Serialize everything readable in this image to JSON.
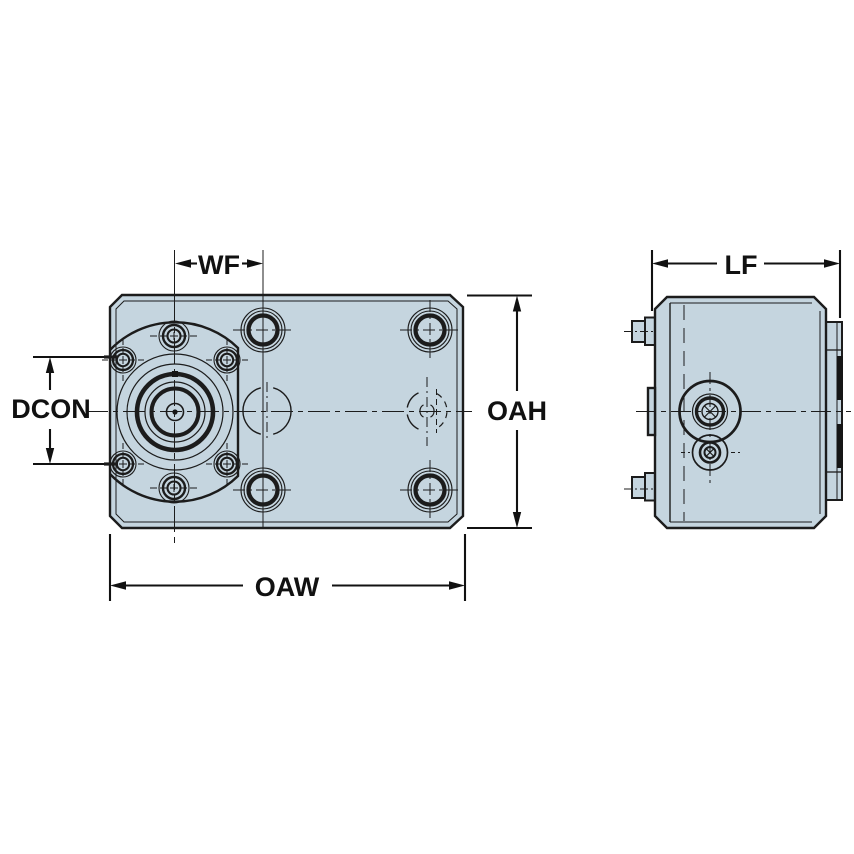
{
  "drawing": {
    "dimension_labels": {
      "wf": "WF",
      "dcon": "DCON",
      "oah": "OAH",
      "oaw": "OAW",
      "lf": "LF"
    },
    "colors": {
      "body_fill": "#c5d5df",
      "line": "#1c1c1c",
      "dim": "#111111",
      "background": "#ffffff"
    }
  }
}
